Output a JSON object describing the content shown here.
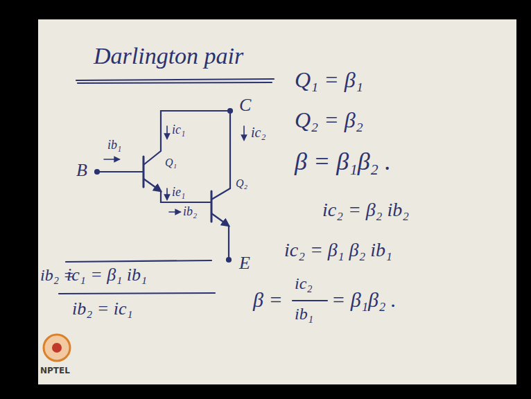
{
  "diagram": {
    "title": "Darlington pair",
    "labels": [
      "B",
      "C",
      "E",
      "Q₁",
      "Q₂",
      "ib₁",
      "ic₁",
      "ie₁",
      "ib₂",
      "ic₂",
      "Q₁ = β₁",
      "Q₂ = β₂",
      "β = β₁β₂ .",
      "ic₂ = β₂ ib₂",
      "ic₂ = β₁ β₂ ib₁",
      "β =",
      "ic₂",
      "ib₁",
      "= β₁β₂ .",
      "ib₂ =",
      "ic₁ = β₁ ib₁",
      "ib₂ = ic₁",
      "NPTEL"
    ]
  }
}
